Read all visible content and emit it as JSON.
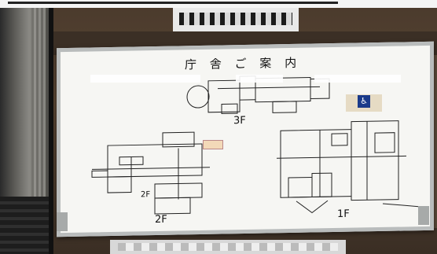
{
  "sign": {
    "title": "庁 舎 ご 案 内",
    "floors": {
      "third": "3F",
      "second_inner": "2F",
      "second": "2F",
      "first": "1F"
    }
  },
  "colors": {
    "board": "#f6f6f3",
    "frame": "#b9bcbc",
    "accessibility_blue": "#1a3a8a"
  },
  "icons": {
    "accessibility": "wheelchair-icon"
  }
}
